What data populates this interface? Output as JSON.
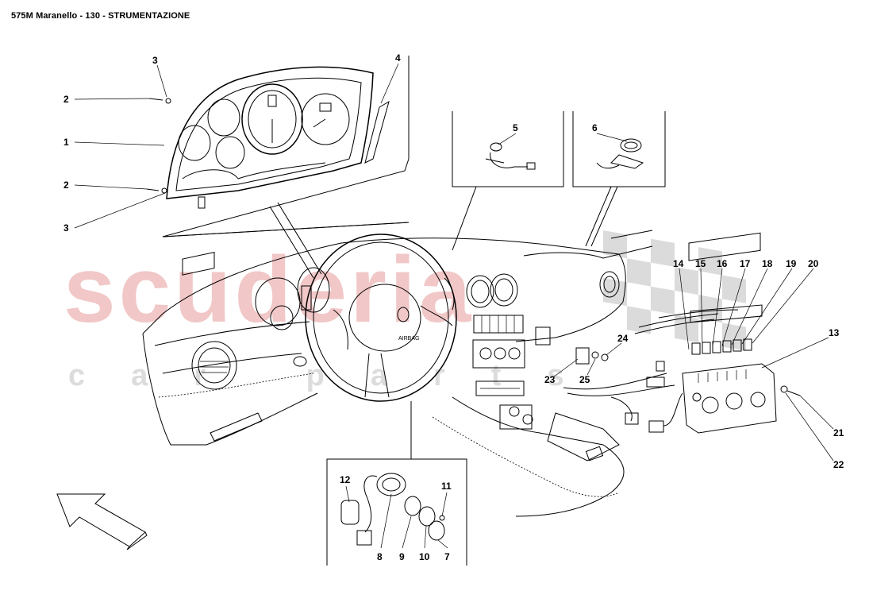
{
  "title": "575M Maranello - 130 - STRUMENTAZIONE",
  "watermark": {
    "main": "scuderia",
    "sub": "car parts",
    "main_color": "#f1c7c7",
    "sub_color": "#dcdcdc"
  },
  "callouts": [
    {
      "id": "c1",
      "text": "1"
    },
    {
      "id": "c2a",
      "text": "2"
    },
    {
      "id": "c2b",
      "text": "2"
    },
    {
      "id": "c3a",
      "text": "3"
    },
    {
      "id": "c3b",
      "text": "3"
    },
    {
      "id": "c4",
      "text": "4"
    },
    {
      "id": "c5",
      "text": "5"
    },
    {
      "id": "c6",
      "text": "6"
    },
    {
      "id": "c7",
      "text": "7"
    },
    {
      "id": "c8",
      "text": "8"
    },
    {
      "id": "c9",
      "text": "9"
    },
    {
      "id": "c10",
      "text": "10"
    },
    {
      "id": "c11",
      "text": "11"
    },
    {
      "id": "c12",
      "text": "12"
    },
    {
      "id": "c13",
      "text": "13"
    },
    {
      "id": "c14",
      "text": "14"
    },
    {
      "id": "c15",
      "text": "15"
    },
    {
      "id": "c16",
      "text": "16"
    },
    {
      "id": "c17",
      "text": "17"
    },
    {
      "id": "c18",
      "text": "18"
    },
    {
      "id": "c19",
      "text": "19"
    },
    {
      "id": "c20",
      "text": "20"
    },
    {
      "id": "c21",
      "text": "21"
    },
    {
      "id": "c22",
      "text": "22"
    },
    {
      "id": "c23",
      "text": "23"
    },
    {
      "id": "c24",
      "text": "24"
    },
    {
      "id": "c25",
      "text": "25"
    }
  ],
  "airbag_label": "AIRBAG",
  "direction_arrow": "arrow-icon"
}
